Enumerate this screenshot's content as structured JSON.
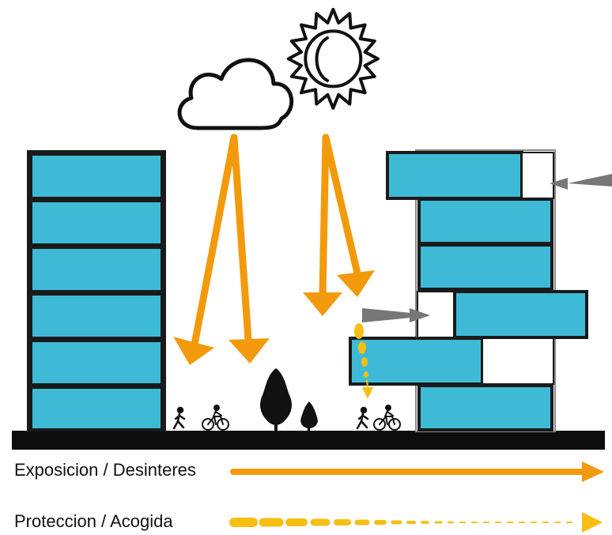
{
  "legend": {
    "items": [
      {
        "label": "Exposicion / Desinteres",
        "line_style": "solid"
      },
      {
        "label": "Proteccion / Acogida",
        "line_style": "dashed"
      }
    ]
  },
  "colors": {
    "facade_blue": "#3ebad6",
    "sun_arrow_orange": "#f29a0c",
    "protection_yellow": "#f7be14",
    "wind_arrow_gray": "#777777",
    "ground_black": "#0d0d0d",
    "outline": "#1a1a1a"
  },
  "icons": [
    "cloud-icon",
    "sun-icon",
    "tree-icon",
    "pedestrian-icon",
    "bicycle-icon",
    "wind-arrow-icon"
  ]
}
